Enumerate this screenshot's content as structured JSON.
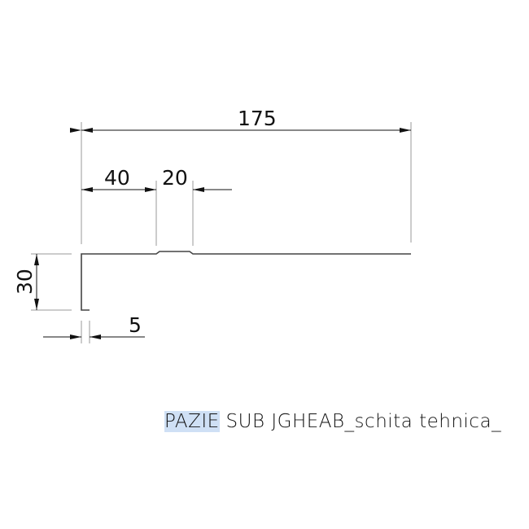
{
  "drawing": {
    "dimensions": {
      "total_width": "175",
      "left_segment": "40",
      "groove_width": "20",
      "height": "30",
      "foot": "5"
    }
  },
  "caption": {
    "highlighted": "PAZIE",
    "rest": " SUB JGHEAB_schita tehnica_"
  }
}
